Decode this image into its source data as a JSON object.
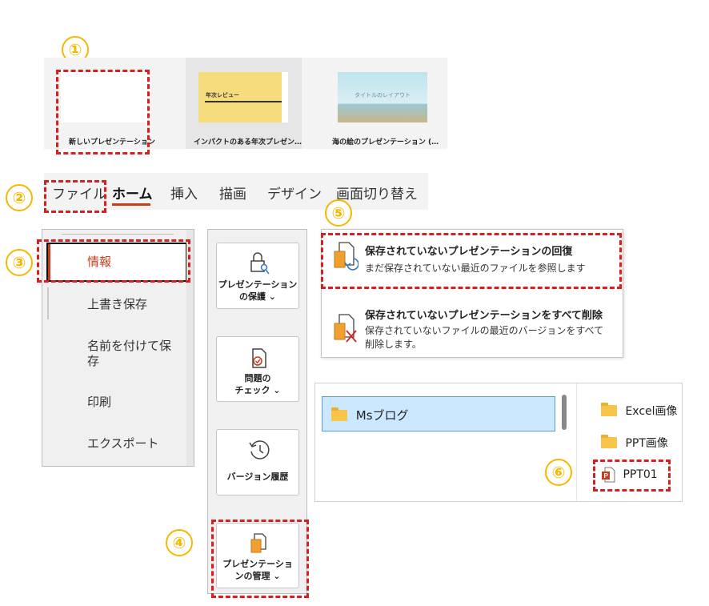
{
  "badges": [
    "①",
    "②",
    "③",
    "④",
    "⑤",
    "⑥"
  ],
  "templates": [
    {
      "label": "新しいプレゼンテーション",
      "thumb_text": ""
    },
    {
      "label": "インパクトのある年次プレゼン…",
      "thumb_text": "年次レビュー"
    },
    {
      "label": "海の絵のプレゼンテーション (…",
      "thumb_text": "タイトルのレイアウト"
    }
  ],
  "ribbon_tabs": [
    "ファイル",
    "ホーム",
    "挿入",
    "描画",
    "デザイン",
    "画面切り替え"
  ],
  "active_ribbon_tab": "ホーム",
  "backstage_menu": [
    "情報",
    "上書き保存",
    "名前を付けて保存",
    "印刷",
    "エクスポート"
  ],
  "info_buttons": [
    {
      "label": "プレゼンテーション\nの保護 ⌄",
      "icon": "lock-key-icon"
    },
    {
      "label": "問題の\nチェック ⌄",
      "icon": "check-document-icon"
    },
    {
      "label": "バージョン履歴",
      "icon": "history-clock-icon"
    },
    {
      "label": "プレゼンテーショ\nンの管理 ⌄",
      "icon": "manage-presentation-icon"
    }
  ],
  "dropdown": {
    "items": [
      {
        "title": "保存されていないプレゼンテーションの回復",
        "desc": "まだ保存されていない最近のファイルを参照します",
        "icon": "recover-document-icon"
      },
      {
        "title": "保存されていないプレゼンテーションをすべて削除",
        "desc": "保存されていないファイルの最近のバージョンをすべて削除します。",
        "icon": "delete-document-icon"
      }
    ]
  },
  "explorer": {
    "left_folder": "Msブログ",
    "right_items": [
      {
        "name": "Excel画像",
        "type": "folder"
      },
      {
        "name": "PPT画像",
        "type": "folder"
      },
      {
        "name": "PPT01",
        "type": "pptx"
      }
    ]
  },
  "colors": {
    "badge": "#f5b800",
    "dash": "#d62020",
    "selected": "#cce8ff",
    "accent_ppt": "#c43e1c"
  }
}
